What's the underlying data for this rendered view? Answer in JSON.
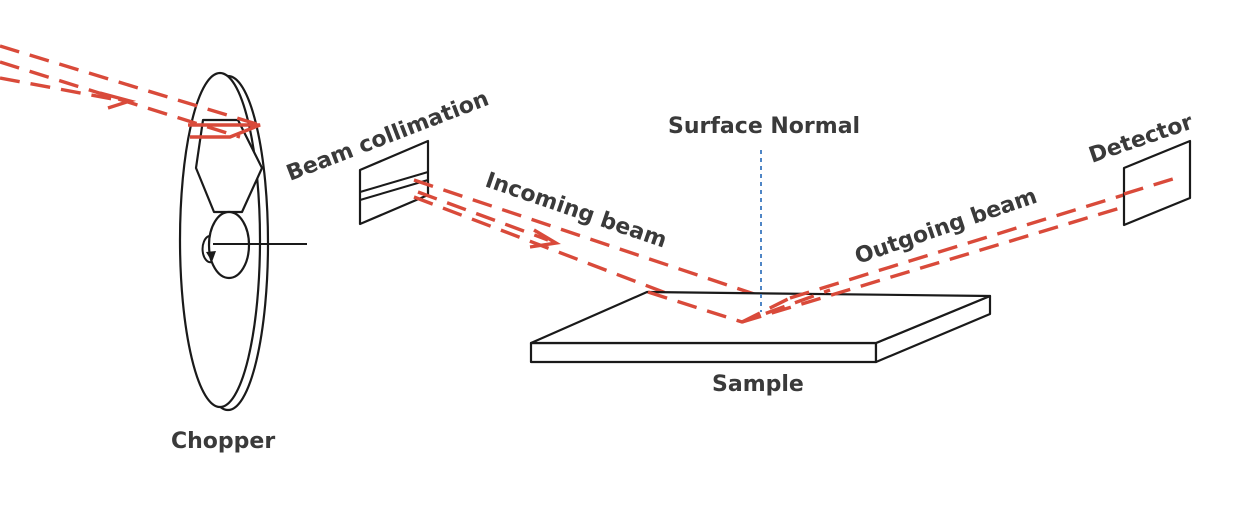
{
  "diagram": {
    "labels": {
      "chopper": "Chopper",
      "beam_collimation": "Beam collimation",
      "incoming_beam": "Incoming beam",
      "surface_normal": "Surface Normal",
      "outgoing_beam": "Outgoing beam",
      "detector": "Detector",
      "sample": "Sample"
    },
    "colors": {
      "beam": "#d94a3a",
      "normal": "#4f86c6",
      "outline": "#1a1a1a",
      "text": "#3a3a3a"
    }
  }
}
